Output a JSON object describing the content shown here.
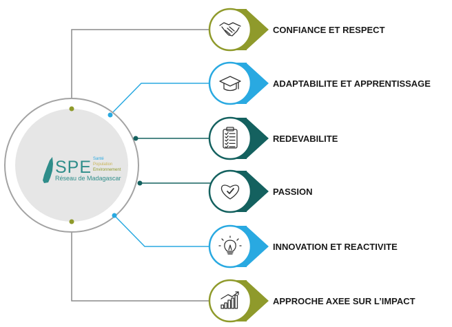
{
  "logo": {
    "acronym": "SPE",
    "tagline": [
      "Santé",
      "Population",
      "Environnement"
    ],
    "network": "Réseau de Madagascar"
  },
  "values": [
    {
      "label": "CONFIANCE ET RESPECT",
      "icon": "handshake-icon",
      "color": "#8f9a2b"
    },
    {
      "label": "ADAPTABILITE ET APPRENTISSAGE",
      "icon": "graduation-cap-icon",
      "color": "#29a9e1"
    },
    {
      "label": "REDEVABILITE",
      "icon": "clipboard-checklist-icon",
      "color": "#14615f"
    },
    {
      "label": "PASSION",
      "icon": "heart-check-icon",
      "color": "#14615f"
    },
    {
      "label": "INNOVATION ET REACTIVITE",
      "icon": "lightbulb-icon",
      "color": "#29a9e1"
    },
    {
      "label": "APPROCHE AXEE SUR L’IMPACT",
      "icon": "bar-chart-growth-icon",
      "color": "#8f9a2b"
    }
  ],
  "colors": {
    "olive": "#8f9a2b",
    "sky_blue": "#29a9e1",
    "teal": "#14615f",
    "ring_gray": "#9b9b9b",
    "inner_disc": "#e4e4e4",
    "logo_teal": "#2f8d8a",
    "logo_gold": "#c9b457"
  }
}
